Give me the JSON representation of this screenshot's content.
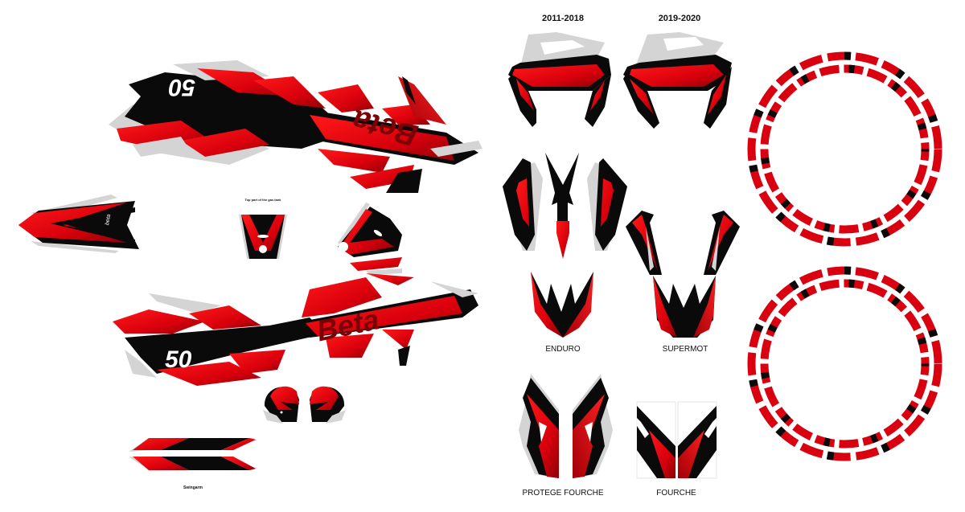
{
  "colors": {
    "red": "#e0000f",
    "dark_red": "#8e0008",
    "black": "#0a0a0a",
    "grey": "#d4d4d4",
    "white": "#ffffff",
    "label_text": "#111111"
  },
  "kit": {
    "brand_text": "Beta",
    "race_number": "50"
  },
  "labels": {
    "year_2011_2018": "2011-2018",
    "year_2019_2020": "2019-2020",
    "enduro": "ENDURO",
    "supermot": "SUPERMOT",
    "protege_fourche": "PROTEGE FOURCHE",
    "fourche": "FOURCHE",
    "tank_top_note": "Top part of the gas tank",
    "swingarm_note": "Swingarm"
  },
  "pieces": [
    {
      "id": "shroud-upper",
      "description": "Upper side shroud / side panel with mirrored 50 and Beta"
    },
    {
      "id": "shroud-lower",
      "description": "Lower side shroud / side panel with 50 and Beta"
    },
    {
      "id": "front-fender",
      "description": "Front fender decal"
    },
    {
      "id": "tank-top",
      "description": "Top part of the gas tank"
    },
    {
      "id": "radiator-scoop",
      "description": "Radiator scoop"
    },
    {
      "id": "knee-pads",
      "description": "Pair of rounded knee pads"
    },
    {
      "id": "swingarm",
      "description": "Swingarm decals"
    },
    {
      "id": "headlight-2011-2018",
      "description": "Headlight mask 2011-2018"
    },
    {
      "id": "headlight-2019-2020",
      "description": "Headlight mask 2019-2020"
    },
    {
      "id": "fork-side-pieces",
      "description": "Fork side pieces"
    },
    {
      "id": "enduro-fender",
      "description": "Enduro front fender"
    },
    {
      "id": "supermot-fender",
      "description": "Supermot front fender"
    },
    {
      "id": "fork-guards",
      "description": "Protege fourche"
    },
    {
      "id": "fork-tubes",
      "description": "Fourche"
    },
    {
      "id": "rim-strips-front",
      "description": "Rim strips ring set 1"
    },
    {
      "id": "rim-strips-rear",
      "description": "Rim strips ring set 2"
    }
  ]
}
